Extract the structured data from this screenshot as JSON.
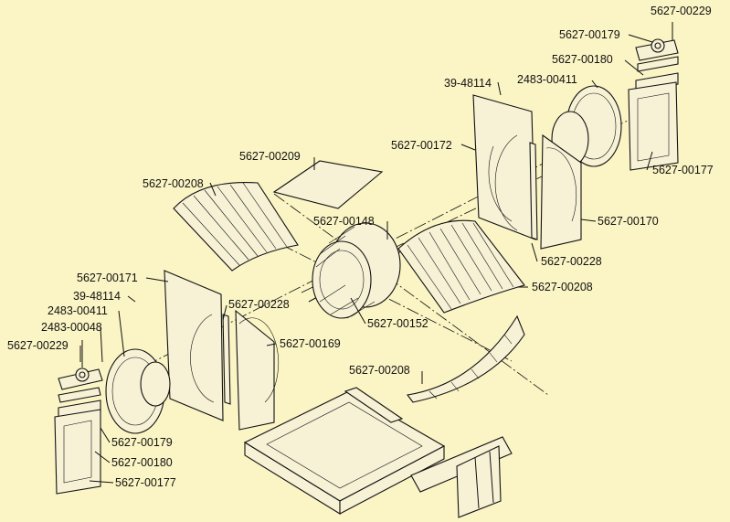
{
  "labels": {
    "l01": "5627-00229",
    "l02": "5627-00179",
    "l03": "5627-00180",
    "l04": "39-48114",
    "l05": "2483-00411",
    "l06": "5627-00172",
    "l07": "5627-00177",
    "l08": "5627-00209",
    "l09": "5627-00208",
    "l10": "5627-00148",
    "l11": "5627-00170",
    "l12": "5627-00228",
    "l13": "5627-00171",
    "l14": "5627-00208",
    "l15": "39-48114",
    "l16": "2483-00411",
    "l17": "5627-00228",
    "l18": "2483-00048",
    "l19": "5627-00152",
    "l20": "5627-00229",
    "l21": "5627-00169",
    "l22": "5627-00208",
    "l23": "5627-00179",
    "l24": "5627-00180",
    "l25": "5627-00177"
  }
}
